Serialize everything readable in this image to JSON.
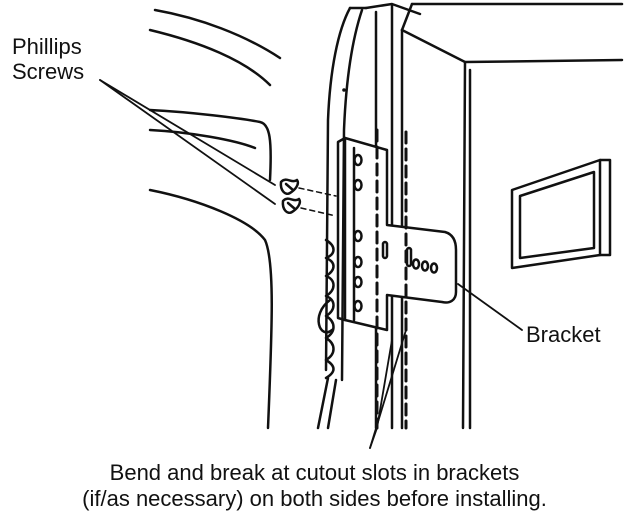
{
  "labels": {
    "screws_line1": "Phillips",
    "screws_line2": "Screws",
    "bracket": "Bracket"
  },
  "caption": {
    "line1": "Bend and break at cutout slots in brackets",
    "line2": "(if/as necessary) on both sides before installing."
  },
  "colors": {
    "ink": "#111111",
    "background": "#ffffff"
  }
}
